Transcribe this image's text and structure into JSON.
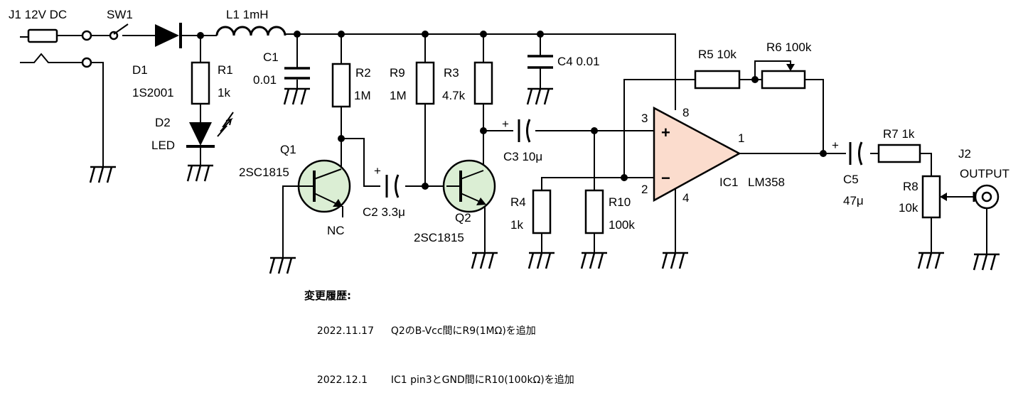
{
  "colors": {
    "wire": "#000000",
    "transistor_fill": "#dbeed4",
    "opamp_fill": "#fbdccd"
  },
  "labels": {
    "j1": "J1 12V DC",
    "sw1": "SW1",
    "l1": "L1 1mH",
    "d1_ref": "D1",
    "d1_val": "1S2001",
    "r1_ref": "R1",
    "r1_val": "1k",
    "d2_ref": "D2",
    "d2_val": "LED",
    "c1_ref": "C1",
    "c1_val": "0.01",
    "r2_ref": "R2",
    "r2_val": "1M",
    "r9_ref": "R9",
    "r9_val": "1M",
    "r3_ref": "R3",
    "r3_val": "4.7k",
    "c4": "C4  0.01",
    "q1_ref": "Q1",
    "q1_val": "2SC1815",
    "nc": "NC",
    "c2": "C2 3.3μ",
    "q2_ref": "Q2",
    "q2_val": "2SC1815",
    "c3": "C3 10μ",
    "r4_ref": "R4",
    "r4_val": "1k",
    "r10_ref": "R10",
    "r10_val": "100k",
    "r5": "R5 10k",
    "r6": "R6 100k",
    "pin3": "3",
    "pin8": "8",
    "pin2": "2",
    "pin4": "4",
    "pin1": "1",
    "plus": "+",
    "minus": "−",
    "ic1_ref": "IC1",
    "ic1_val": "LM358",
    "c5_ref": "C5",
    "c5_val": "47μ",
    "r7": "R7 1k",
    "r8_ref": "R8",
    "r8_val": "10k",
    "j2_ref": "J2",
    "j2_val": "OUTPUT",
    "cap_plus": "+"
  },
  "history": {
    "title": "変更履歴:",
    "entries": [
      {
        "date": "2022.11.17",
        "text": "Q2のB-Vcc間にR9(1MΩ)を追加"
      },
      {
        "date": "2022.12.1",
        "text": "IC1 pin3とGND間にR10(100kΩ)を追加"
      }
    ]
  }
}
